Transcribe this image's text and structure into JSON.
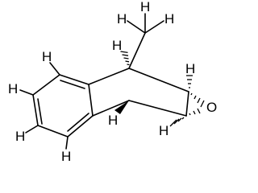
{
  "structure": {
    "atom_labels": {
      "h_methyl_left": "H",
      "h_methyl_center": "H",
      "h_methyl_right": "H",
      "h_bridgehead_top": "H",
      "h_arom_1": "H",
      "h_arom_2": "H",
      "h_arom_3": "H",
      "h_arom_4": "H",
      "h_bridgehead_bottom": "H",
      "h_epoxide_top": "H",
      "h_epoxide_bottom": "H",
      "oxygen": "O"
    }
  }
}
